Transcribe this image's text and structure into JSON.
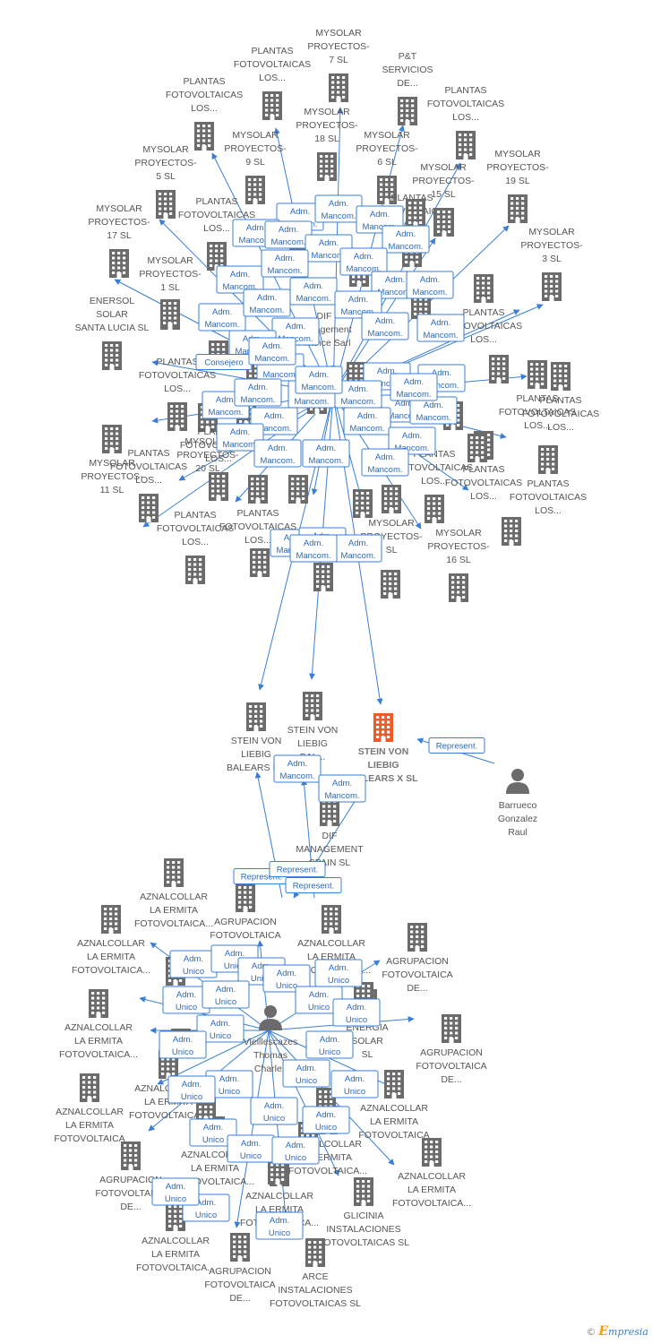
{
  "colors": {
    "building": "#6b6b6b",
    "focus": "#f05a28",
    "person": "#6b6b6b",
    "edge": "#3a7fd5"
  },
  "brand": {
    "copyright": "©",
    "initial": "E",
    "name": "mpresia"
  },
  "nodes": [
    {
      "id": "n1",
      "type": "building",
      "lines": [
        "MYSOLAR",
        "PROYECTOS-",
        "7 SL"
      ]
    },
    {
      "id": "n2",
      "type": "building",
      "lines": [
        "PLANTAS",
        "FOTOVOLTAICAS",
        "LOS..."
      ]
    },
    {
      "id": "n3",
      "type": "building",
      "lines": [
        "P&T",
        "SERVICIOS",
        "DE..."
      ]
    },
    {
      "id": "n4",
      "type": "building",
      "lines": [
        "PLANTAS",
        "FOTOVOLTAICAS",
        "LOS..."
      ]
    },
    {
      "id": "n5",
      "type": "building",
      "lines": [
        "PLANTAS",
        "FOTOVOLTAICAS",
        "LOS..."
      ]
    },
    {
      "id": "n6",
      "type": "building",
      "lines": [
        "MYSOLAR",
        "PROYECTOS-",
        "18 SL"
      ]
    },
    {
      "id": "n7",
      "type": "building",
      "lines": [
        "MYSOLAR",
        "PROYECTOS-",
        "9 SL"
      ]
    },
    {
      "id": "n8",
      "type": "building",
      "lines": [
        "MYSOLAR",
        "PROYECTOS-",
        "6 SL"
      ]
    },
    {
      "id": "n9",
      "type": "building",
      "lines": [
        "MYSOLAR",
        "PROYECTOS-",
        "5 SL"
      ]
    },
    {
      "id": "n10",
      "type": "building",
      "lines": [
        "MYSOLAR",
        "PROYECTOS-",
        "19 SL"
      ]
    },
    {
      "id": "n11",
      "type": "building",
      "lines": [
        "MYSOLAR",
        "PROYECTOS-",
        "15 SL"
      ]
    },
    {
      "id": "n12",
      "type": "building",
      "lines": [
        "MYSOLAR",
        "PROYECTOS-",
        "17 SL"
      ]
    },
    {
      "id": "n13",
      "type": "building",
      "lines": [
        "PLANTAS",
        "FOTOVOLTAICAS",
        "LOS..."
      ]
    },
    {
      "id": "n14",
      "type": "building",
      "lines": [
        "PLANTAS",
        "FOTOVOLTAICAS",
        "LOS..."
      ]
    },
    {
      "id": "n15",
      "type": "building",
      "lines": [
        "MYSOLAR",
        "PROYECTOS-",
        "3 SL"
      ]
    },
    {
      "id": "n16",
      "type": "building",
      "lines": [
        "MYSOLAR",
        "PROYECTOS-",
        "1 SL"
      ]
    },
    {
      "id": "n17",
      "type": "building",
      "lines": [
        "ENERSOL",
        "SOLAR",
        "SANTA LUCIA SL"
      ]
    },
    {
      "id": "n18",
      "type": "building",
      "lines": [
        "PLANTAS",
        "FOTOVOLTAICAS",
        "LOS..."
      ]
    },
    {
      "id": "n19",
      "type": "building",
      "lines": [
        "PLANTAS",
        "FOTOVOLTAICAS",
        "LOS..."
      ]
    },
    {
      "id": "n20",
      "type": "building",
      "lines": [
        "PLANTAS",
        "FOTOVOLTAICAS",
        "LOS..."
      ]
    },
    {
      "id": "n21",
      "type": "building",
      "lines": [
        "PLANTAS",
        "FOTOVOLTAICAS",
        "LOS..."
      ]
    },
    {
      "id": "n22",
      "type": "building",
      "lines": [
        "PLANTAS",
        "FOTOVOLTAICAS",
        "LOS..."
      ]
    },
    {
      "id": "n23",
      "type": "building",
      "lines": [
        "PLANTAS",
        "FOTOVOLTAICAS",
        "LOS..."
      ]
    },
    {
      "id": "n24",
      "type": "building",
      "lines": [
        "MYSOLAR",
        "PROYECTOS-",
        "20 SL"
      ]
    },
    {
      "id": "n25",
      "type": "building",
      "lines": [
        "MYSOLAR",
        "PROYECTOS-",
        "11 SL"
      ]
    },
    {
      "id": "n26",
      "type": "building",
      "lines": [
        "PLANTAS",
        "FOTOVOLTAICAS",
        "LOS..."
      ]
    },
    {
      "id": "n27",
      "type": "building",
      "lines": [
        "PLANTAS",
        "FOTOVOLTAICAS",
        "LOS..."
      ]
    },
    {
      "id": "n28",
      "type": "building",
      "lines": [
        "PLANTAS",
        "FOTOVOLTAICAS",
        "LOS..."
      ]
    },
    {
      "id": "n29",
      "type": "building",
      "lines": [
        "MYSOLAR",
        "PROYECTOS-",
        "16 SL"
      ]
    },
    {
      "id": "n30",
      "type": "building",
      "lines": [
        "PLANTAS",
        "FOTOVOLTAICAS",
        "LOS..."
      ]
    },
    {
      "id": "n31",
      "type": "building",
      "lines": [
        "MYSOLAR",
        "PROYECTOS-",
        "SL"
      ]
    },
    {
      "id": "n32",
      "type": "building",
      "lines": [
        "PLANTAS",
        "FOTOVOLTAICAS",
        "LOS..."
      ]
    },
    {
      "id": "n33",
      "type": "building",
      "lines": []
    },
    {
      "id": "n34",
      "type": "building",
      "lines": []
    },
    {
      "id": "n35",
      "type": "building",
      "lines": []
    },
    {
      "id": "n36",
      "type": "building",
      "lines": []
    },
    {
      "id": "n37",
      "type": "building",
      "lines": []
    },
    {
      "id": "n38",
      "type": "building",
      "lines": []
    },
    {
      "id": "n39",
      "type": "building",
      "lines": []
    },
    {
      "id": "n40",
      "type": "building",
      "lines": []
    },
    {
      "id": "n41",
      "type": "building",
      "lines": []
    },
    {
      "id": "n42",
      "type": "building",
      "lines": []
    },
    {
      "id": "n43",
      "type": "building",
      "lines": []
    },
    {
      "id": "n44",
      "type": "building",
      "lines": []
    },
    {
      "id": "n45",
      "type": "building",
      "lines": []
    },
    {
      "id": "n46",
      "type": "building",
      "lines": []
    },
    {
      "id": "n47",
      "type": "building",
      "lines": []
    },
    {
      "id": "n48",
      "type": "building",
      "lines": []
    },
    {
      "id": "n49",
      "type": "building",
      "lines": []
    },
    {
      "id": "n50",
      "type": "building",
      "lines": []
    },
    {
      "id": "n51",
      "type": "building",
      "lines": []
    },
    {
      "id": "n52",
      "type": "building",
      "lines": []
    },
    {
      "id": "p1",
      "type": "person",
      "lines": [
        "DIF",
        "Management",
        "Finance Sarl"
      ]
    },
    {
      "id": "s1",
      "type": "building",
      "lines": [
        "STEIN VON",
        "LIEBIG",
        "BALEARS II..."
      ]
    },
    {
      "id": "s2",
      "type": "building",
      "lines": [
        "STEIN VON",
        "LIEBIG",
        "BAL..."
      ]
    },
    {
      "id": "focus",
      "type": "focus",
      "lines": [
        "STEIN VON",
        "LIEBIG",
        "BALEARS X SL"
      ]
    },
    {
      "id": "p2",
      "type": "person",
      "lines": [
        "Barrueco",
        "Gonzalez",
        "Raul"
      ]
    },
    {
      "id": "dif",
      "type": "building",
      "lines": [
        "DIF",
        "MANAGEMENT",
        "SPAIN SL"
      ]
    },
    {
      "id": "p3",
      "type": "person",
      "lines": [
        "Vieillescazes",
        "Thomas",
        "Charles"
      ]
    },
    {
      "id": "b1",
      "type": "building",
      "lines": [
        "AZNALCOLLAR",
        "LA ERMITA",
        "FOTOVOLTAICA..."
      ]
    },
    {
      "id": "b2",
      "type": "building",
      "lines": [
        "AGRUPACION",
        "FOTOVOLTAICA",
        "..."
      ]
    },
    {
      "id": "b3",
      "type": "building",
      "lines": [
        "AZNALCOLLAR",
        "LA ERMITA",
        "FOTOVOLTAICA..."
      ]
    },
    {
      "id": "b4",
      "type": "building",
      "lines": [
        "AZNALCOLLAR",
        "LA ERMITA",
        "FOTOVOLTAICA..."
      ]
    },
    {
      "id": "b5",
      "type": "building",
      "lines": [
        "AGRUPACION",
        "FOTOVOLTAICA",
        "DE..."
      ]
    },
    {
      "id": "b6",
      "type": "building",
      "lines": [
        "AZNALCOLLAR",
        "LA ERMITA",
        "FOTOVOLTAICA..."
      ]
    },
    {
      "id": "b7",
      "type": "building",
      "lines": [
        "ENERGIA",
        "SOLAR",
        "SL"
      ]
    },
    {
      "id": "b8",
      "type": "building",
      "lines": [
        "AGRUPACION",
        "FOTOVOLTAICA",
        "DE..."
      ]
    },
    {
      "id": "b9",
      "type": "building",
      "lines": [
        "AZNALCOLLAR",
        "LA ERMITA",
        "FOTOVOLTAICA"
      ]
    },
    {
      "id": "b10",
      "type": "building",
      "lines": [
        "AZNALCOLLAR",
        "LA ERMITA",
        "FOTOVOLTAICA"
      ]
    },
    {
      "id": "b11",
      "type": "building",
      "lines": [
        "AZNALCOLLAR",
        "LA ERMITA",
        "FOTOVOLTAICA..."
      ]
    },
    {
      "id": "b12",
      "type": "building",
      "lines": [
        "AZNALCOLLAR",
        "LA ERMITA",
        "FOTOVOLTAICA..."
      ]
    },
    {
      "id": "b13",
      "type": "building",
      "lines": [
        "AZNALCOLLAR",
        "LA ERMITA",
        "FOTOVOLTAICA..."
      ]
    },
    {
      "id": "b14",
      "type": "building",
      "lines": [
        "AGRUPACION",
        "FOTOVOLTAICA",
        "DE..."
      ]
    },
    {
      "id": "b15",
      "type": "building",
      "lines": [
        "AZNALCOLLAR",
        "LA ERMITA",
        "FOTOVOLTAICA..."
      ]
    },
    {
      "id": "b16",
      "type": "building",
      "lines": [
        "AZNALCOLLAR",
        "LA ERMITA",
        "FOTOVOLTAICA..."
      ]
    },
    {
      "id": "b17",
      "type": "building",
      "lines": [
        "AZNALCOLLAR",
        "LA ERMITA",
        "FOTOVOLTAICA..."
      ]
    },
    {
      "id": "b18",
      "type": "building",
      "lines": [
        "GLICINIA",
        "INSTALACIONES",
        "FOTOVOLTAICAS SL"
      ]
    },
    {
      "id": "b19",
      "type": "building",
      "lines": [
        "AGRUPACION",
        "FOTOVOLTAICA",
        "DE..."
      ]
    },
    {
      "id": "b20",
      "type": "building",
      "lines": [
        "ARCE",
        "INSTALACIONES",
        "FOTOVOLTAICAS SL"
      ]
    },
    {
      "id": "b21",
      "type": "building",
      "lines": [
        "AZNALCOLLAR",
        "LA ERMITA",
        "FOTOVOLTAICA..."
      ]
    },
    {
      "id": "b22",
      "type": "building",
      "lines": []
    },
    {
      "id": "b23",
      "type": "building",
      "lines": []
    },
    {
      "id": "b24",
      "type": "building",
      "lines": []
    },
    {
      "id": "b25",
      "type": "building",
      "lines": []
    },
    {
      "id": "b26",
      "type": "building",
      "lines": []
    },
    {
      "id": "b27",
      "type": "building",
      "lines": []
    }
  ],
  "edge_labels": [
    {
      "lines": [
        "Adm.",
        "Mancom."
      ]
    },
    {
      "lines": [
        "Adm.",
        "Mancom."
      ]
    },
    {
      "lines": [
        "Adm.",
        "Mancom."
      ]
    },
    {
      "lines": [
        "Adm.",
        "Mancom."
      ]
    },
    {
      "lines": [
        "Adm.",
        "Mancom."
      ]
    },
    {
      "lines": [
        "Adm.",
        "Mancom."
      ]
    },
    {
      "lines": [
        "Adm.",
        "Mancom."
      ]
    },
    {
      "lines": [
        "Adm.",
        "Mancom."
      ]
    },
    {
      "lines": [
        "Adm.",
        "Mancom."
      ]
    },
    {
      "lines": [
        "Adm.",
        "Mancom."
      ]
    },
    {
      "lines": [
        "Adm.",
        "Mancom."
      ]
    },
    {
      "lines": [
        "Adm.",
        "Mancom."
      ]
    },
    {
      "lines": [
        "Adm.",
        "Mancom."
      ]
    },
    {
      "lines": [
        "Adm.",
        "Mancom."
      ]
    },
    {
      "lines": [
        "Adm.",
        "Mancom."
      ]
    },
    {
      "lines": [
        "Adm.",
        "Mancom."
      ]
    },
    {
      "lines": [
        "Adm.",
        "Mancom."
      ]
    },
    {
      "lines": [
        "Adm.",
        "Mancom."
      ]
    },
    {
      "lines": [
        "Adm.",
        "Mancom."
      ]
    },
    {
      "lines": [
        "Adm.",
        "Mancom."
      ]
    },
    {
      "lines": [
        "Adm.",
        "Mancom."
      ]
    },
    {
      "lines": [
        "Adm.",
        "Mancom."
      ]
    },
    {
      "lines": [
        "Adm.",
        "Mancom."
      ]
    },
    {
      "lines": [
        "Adm.",
        "Mancom."
      ]
    },
    {
      "lines": [
        "Adm.",
        "Mancom."
      ]
    },
    {
      "lines": [
        "Adm.",
        "Mancom."
      ]
    },
    {
      "lines": [
        "Adm.",
        "Mancom."
      ]
    },
    {
      "lines": [
        "Adm.",
        "Mancom."
      ]
    },
    {
      "lines": [
        "Adm.",
        "Mancom."
      ]
    },
    {
      "lines": [
        "Adm.",
        "Mancom."
      ]
    },
    {
      "lines": [
        "Adm.",
        "Mancom."
      ]
    },
    {
      "lines": [
        "Adm.",
        "Mancom."
      ]
    },
    {
      "lines": [
        "Adm.",
        "Mancom."
      ]
    },
    {
      "lines": [
        "Adm.",
        "Mancom."
      ]
    },
    {
      "lines": [
        "Adm.",
        "Mancom."
      ]
    },
    {
      "lines": [
        "Adm.",
        "Mancom."
      ]
    },
    {
      "lines": [
        "Adm.",
        "Mancom."
      ]
    },
    {
      "lines": [
        "Adm.",
        "Mancom."
      ]
    },
    {
      "lines": [
        "Adm.",
        "Mancom."
      ]
    },
    {
      "lines": [
        "Adm.",
        "Mancom."
      ]
    },
    {
      "lines": [
        "Consejero"
      ]
    },
    {
      "lines": [
        "Adm.",
        "Mancom."
      ]
    },
    {
      "lines": [
        "Adm.",
        "Mancom."
      ]
    },
    {
      "lines": [
        "Adm.",
        "Mancom."
      ]
    },
    {
      "lines": [
        "Represent."
      ]
    },
    {
      "lines": [
        "Adm.",
        "Mancom."
      ]
    },
    {
      "lines": [
        "Adm.",
        "Mancom."
      ]
    },
    {
      "lines": [
        "Represent."
      ]
    },
    {
      "lines": [
        "Represent."
      ]
    },
    {
      "lines": [
        "Represent."
      ]
    },
    {
      "lines": [
        "Adm.",
        "Unico"
      ]
    },
    {
      "lines": [
        "Adm.",
        "Unico"
      ]
    },
    {
      "lines": [
        "Adm.",
        "Unico"
      ]
    },
    {
      "lines": [
        "Adm.",
        "Unico"
      ]
    },
    {
      "lines": [
        "Adm.",
        "Unico"
      ]
    },
    {
      "lines": [
        "Adm.",
        "Unico"
      ]
    },
    {
      "lines": [
        "Adm.",
        "Unico"
      ]
    },
    {
      "lines": [
        "Adm.",
        "Unico"
      ]
    },
    {
      "lines": [
        "Adm.",
        "Unico"
      ]
    },
    {
      "lines": [
        "Adm.",
        "Unico"
      ]
    },
    {
      "lines": [
        "Adm.",
        "Unico"
      ]
    },
    {
      "lines": [
        "Adm.",
        "Unico"
      ]
    },
    {
      "lines": [
        "Adm.",
        "Unico"
      ]
    },
    {
      "lines": [
        "Adm.",
        "Unico"
      ]
    },
    {
      "lines": [
        "Adm.",
        "Unico"
      ]
    },
    {
      "lines": [
        "Adm.",
        "Unico"
      ]
    },
    {
      "lines": [
        "Adm.",
        "Unico"
      ]
    },
    {
      "lines": [
        "Adm.",
        "Unico"
      ]
    },
    {
      "lines": [
        "Adm.",
        "Unico"
      ]
    },
    {
      "lines": [
        "Adm.",
        "Unico"
      ]
    },
    {
      "lines": [
        "Adm.",
        "Unico"
      ]
    },
    {
      "lines": [
        "Adm.",
        "Unico"
      ]
    },
    {
      "lines": [
        "Adm.",
        "Unico"
      ]
    },
    {
      "lines": [
        "Adm.",
        "Unico"
      ]
    }
  ]
}
